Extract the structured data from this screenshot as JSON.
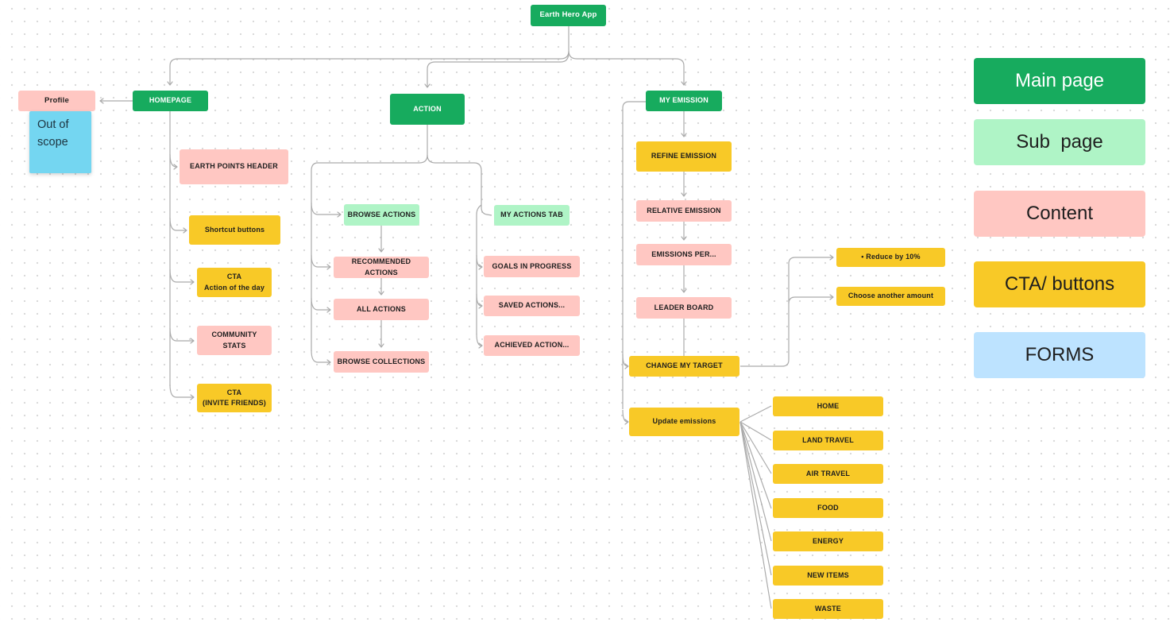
{
  "colors": {
    "main_page": "#17ab5e",
    "sub_page": "#aff4c6",
    "content": "#ffc7c2",
    "cta_buttons": "#f8c927",
    "forms": "#bde3ff",
    "sticky": "#74d6f1",
    "connector": "#ababab"
  },
  "nodes": {
    "root": "Earth Hero App",
    "homepage": "HOMEPAGE",
    "profile": "Profile",
    "out_of_scope": "Out of scope",
    "earth_points_header": "EARTH POINTS HEADER",
    "shortcut_buttons": "Shortcut buttons",
    "cta_action_of_day": "CTA\nAction of the day",
    "community_stats": "COMMUNITY STATS",
    "cta_invite_friends": "CTA\n(INVITE FRIENDS)",
    "action": "ACTION",
    "browse_actions": "BROWSE ACTIONS",
    "recommended_actions": "RECOMMENDED ACTIONS",
    "all_actions": "ALL ACTIONS",
    "browse_collections": "BROWSE COLLECTIONS",
    "my_actions_tab": "MY ACTIONS TAB",
    "goals_in_progress": "GOALS IN PROGRESS",
    "saved_actions": "SAVED ACTIONS...",
    "achieved_action": "ACHIEVED ACTION...",
    "my_emission": "MY EMISSION",
    "refine_emission": "REFINE EMISSION",
    "relative_emission": "RELATIVE EMISSION",
    "emissions_per": "EMISSIONS PER...",
    "leader_board": "LEADER BOARD",
    "change_my_target": "CHANGE MY TARGET",
    "update_emissions": "Update emissions",
    "reduce_by_10": "•  Reduce by 10%",
    "choose_another_amount": "Choose another amount",
    "home": "HOME",
    "land_travel": "LAND TRAVEL",
    "air_travel": "AIR TRAVEL",
    "food": "FOOD",
    "energy": "ENERGY",
    "new_items": "NEW ITEMS",
    "waste": "WASTE"
  },
  "legend": {
    "items": [
      {
        "label": "Main page"
      },
      {
        "label": "Sub  page"
      },
      {
        "label": "Content"
      },
      {
        "label": "CTA/ buttons"
      },
      {
        "label": "FORMS"
      }
    ]
  }
}
